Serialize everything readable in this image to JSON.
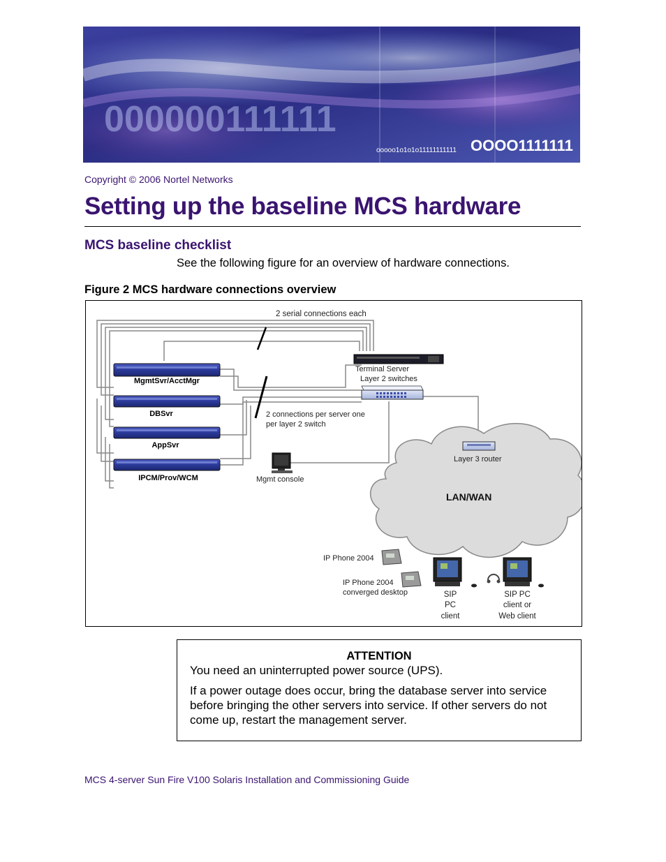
{
  "banner": {
    "binary_large": "000000111111",
    "binary_small": "ooooo1o1o1o11111111111",
    "binary_right": "OOOO1111111"
  },
  "copyright": "Copyright © 2006 Nortel Networks",
  "page_title": "Setting up the baseline MCS hardware",
  "section_heading": "MCS baseline checklist",
  "intro_text": "See the following figure for an overview of hardware connections.",
  "figure": {
    "caption": "Figure 2  MCS hardware connections overview",
    "labels": {
      "serial_connections": "2 serial connections each",
      "terminal_server": "Terminal Server",
      "layer2_switches": "Layer 2 switches",
      "connections_line1": "2 connections per server one",
      "connections_line2": "per layer 2 switch",
      "mgmt_console": "Mgmt console",
      "layer3_router": "Layer 3 router",
      "lan_wan": "LAN/WAN",
      "ip_phone": "IP Phone 2004",
      "ip_phone_converged_line1": "IP Phone 2004",
      "ip_phone_converged_line2": "converged desktop",
      "sip_pc_client": [
        "SIP",
        "PC",
        "client"
      ],
      "sip_pc_web_client": [
        "SIP PC",
        "client or",
        "Web client"
      ]
    },
    "servers": [
      "MgmtSvr/AcctMgr",
      "DBSvr",
      "AppSvr",
      "IPCM/Prov/WCM"
    ]
  },
  "attention": {
    "heading": "ATTENTION",
    "line1": "You need an uninterrupted power source (UPS).",
    "paragraph": "If a power outage does occur, bring the database server into service before bringing the other servers into service. If other servers do not come up, restart the management server."
  },
  "footer": "MCS 4-server Sun Fire V100 Solaris Installation and Commissioning Guide",
  "colors": {
    "heading": "#3a1470",
    "banner_base": "#2a2a8a",
    "server_blue": "#2b3a9a"
  }
}
